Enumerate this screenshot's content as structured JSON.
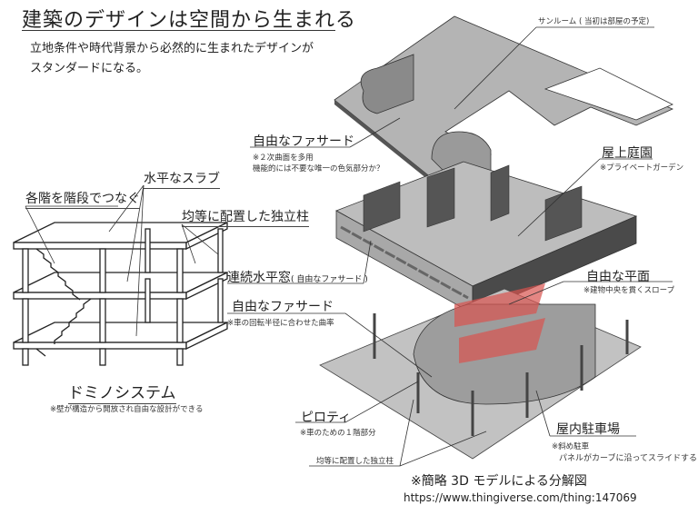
{
  "header": {
    "title": "建築のデザインは空間から生まれる",
    "subtitle_line1": "立地条件や時代背景から必然的に生まれたデザインが",
    "subtitle_line2": "スタンダードになる。"
  },
  "domino": {
    "labels": {
      "stairs": "各階を階段でつなぐ",
      "slab": "水平なスラブ",
      "columns": "均等に配置した独立柱"
    },
    "title": "ドミノシステム",
    "note": "※壁が構造から開放され自由な設計ができる"
  },
  "model": {
    "sunroom": "サンルーム ( 当初は部屋の予定)",
    "facade1": {
      "label": "自由なファサード",
      "note1": "※２次曲面を多用",
      "note2": "機能的には不要な唯一の色気部分か？"
    },
    "roof_garden": {
      "label": "屋上庭園",
      "note": "※プライベートガーデン"
    },
    "window": {
      "label": "連続水平窓",
      "sub": "( 自由なファサード )"
    },
    "free_plan": {
      "label": "自由な平面",
      "note": "※建物中央を貫くスロープ"
    },
    "facade2": {
      "label": "自由なファサード",
      "note": "※車の回転半径に合わせた曲率"
    },
    "pilotis": {
      "label": "ピロティ",
      "note": "※車のための１階部分"
    },
    "columns": "均等に配置した独立柱",
    "garage": {
      "label": "屋内駐車場",
      "note1": "※斜め駐車",
      "note2": "パネルがカーブに沿ってスライドする"
    }
  },
  "footer": {
    "caption": "※簡略 3D モデルによる分解図",
    "url": "https://www.thingiverse.com/thing:147069"
  },
  "colors": {
    "slab_top": "#b4b4b4",
    "wall_dark": "#4a4a4a",
    "ramp": "#d9534f"
  }
}
